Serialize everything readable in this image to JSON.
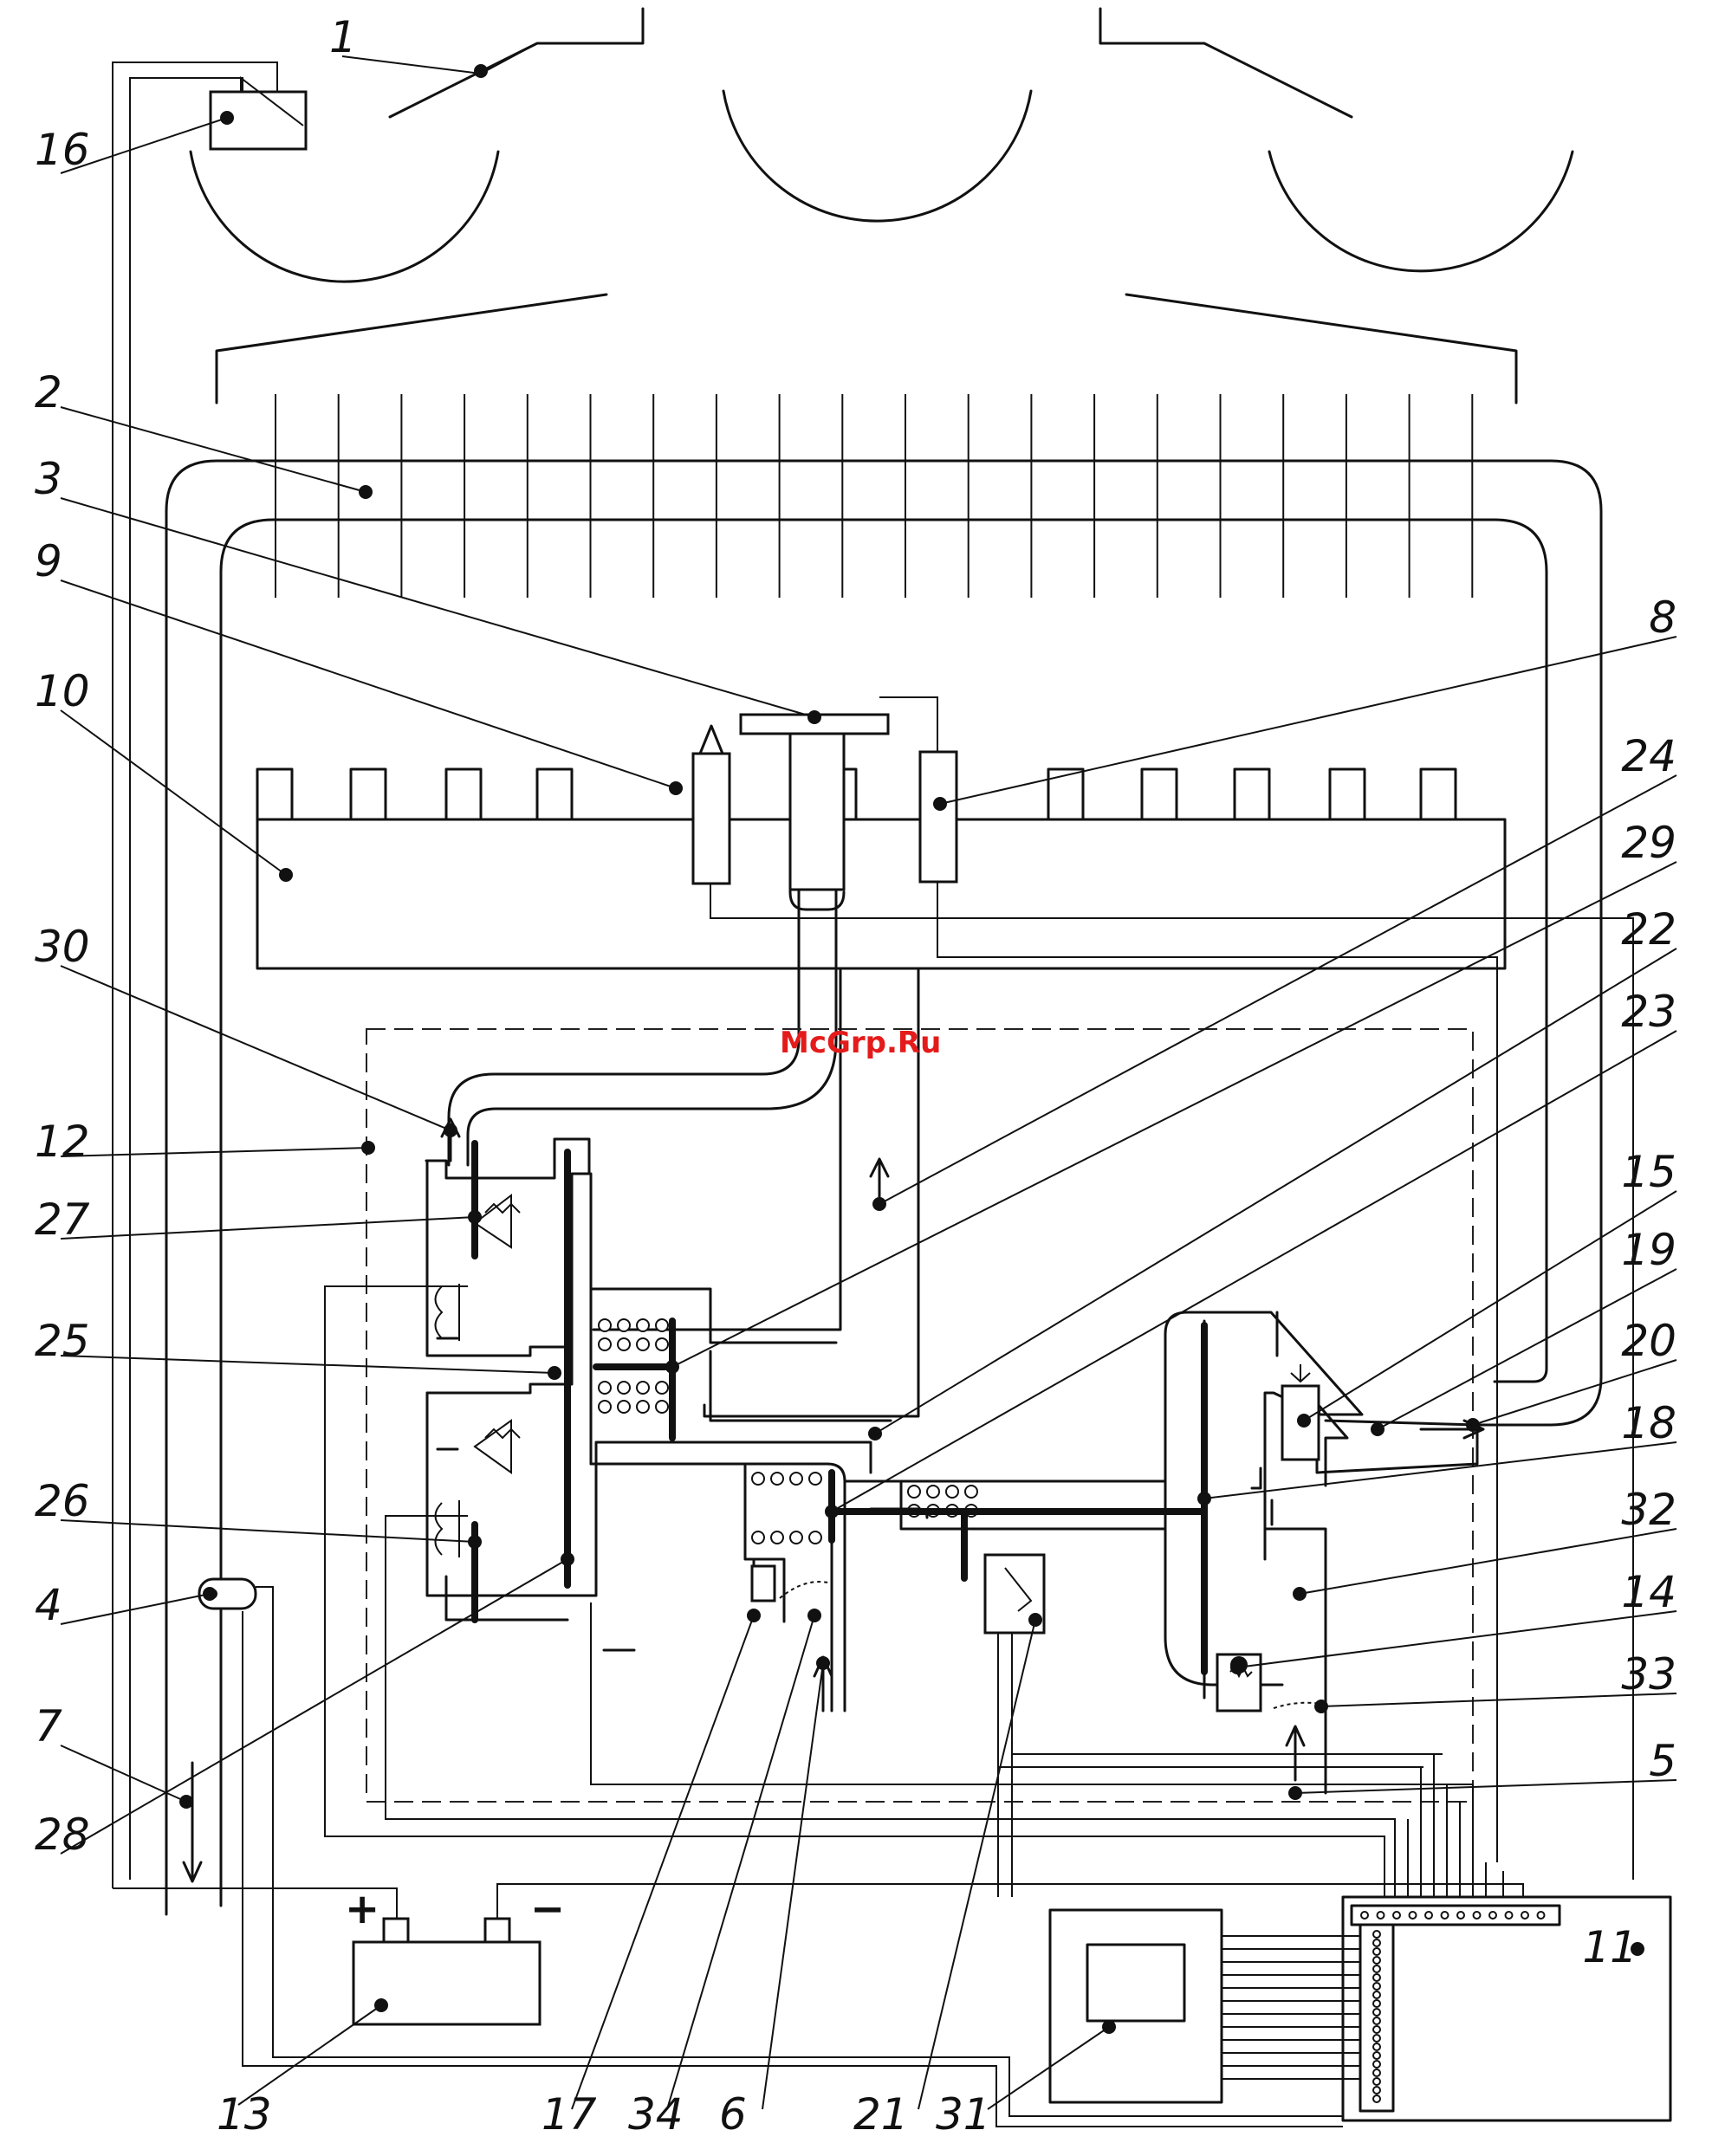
{
  "watermark": "McGrp.Ru",
  "battery": {
    "plus": "+",
    "minus": "−"
  },
  "callouts": [
    {
      "label": "1"
    },
    {
      "label": "16"
    },
    {
      "label": "2"
    },
    {
      "label": "3"
    },
    {
      "label": "9"
    },
    {
      "label": "10"
    },
    {
      "label": "8"
    },
    {
      "label": "24"
    },
    {
      "label": "29"
    },
    {
      "label": "22"
    },
    {
      "label": "23"
    },
    {
      "label": "30"
    },
    {
      "label": "12"
    },
    {
      "label": "27"
    },
    {
      "label": "25"
    },
    {
      "label": "15"
    },
    {
      "label": "19"
    },
    {
      "label": "20"
    },
    {
      "label": "18"
    },
    {
      "label": "32"
    },
    {
      "label": "26"
    },
    {
      "label": "14"
    },
    {
      "label": "4"
    },
    {
      "label": "33"
    },
    {
      "label": "7"
    },
    {
      "label": "5"
    },
    {
      "label": "28"
    },
    {
      "label": "11"
    },
    {
      "label": "13"
    },
    {
      "label": "17"
    },
    {
      "label": "34"
    },
    {
      "label": "6"
    },
    {
      "label": "21"
    },
    {
      "label": "31"
    }
  ]
}
